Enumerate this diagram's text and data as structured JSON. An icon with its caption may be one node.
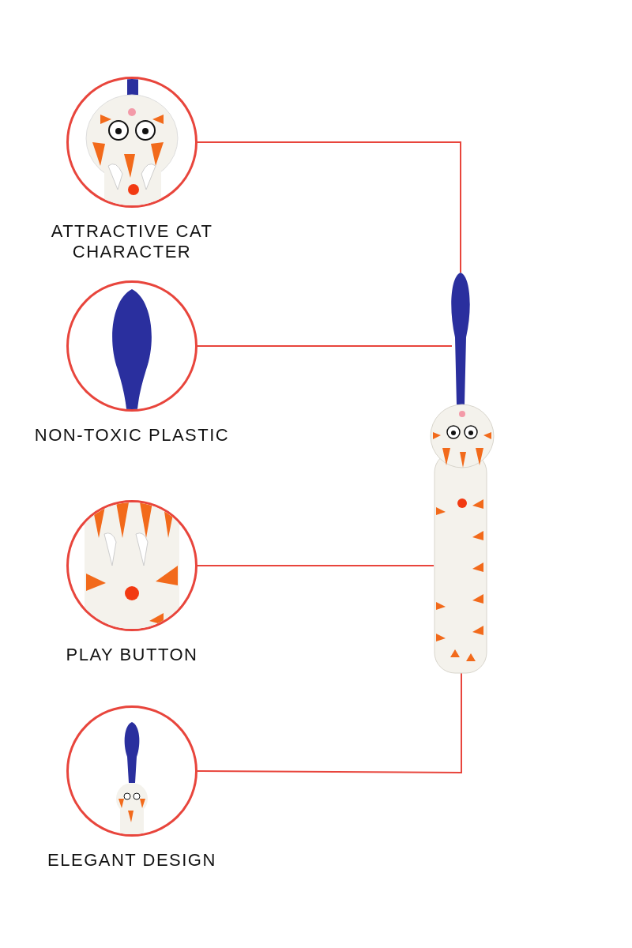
{
  "diagram": {
    "nodes": [
      {
        "text": [
          "ATTRACTIVE CAT CHARACTER"
        ]
      },
      {
        "text": [
          "NON-TOXIC PLASTIC"
        ]
      },
      {
        "text": [
          "PLAY BUTTON"
        ]
      },
      {
        "text": [
          "ELEGANT DESIGN"
        ]
      },
      {
        "text": [],
        "shape": "picture"
      }
    ],
    "edges": [
      {
        "from": 0,
        "to": 4,
        "arrow": "none"
      },
      {
        "from": 1,
        "to": 4,
        "arrow": "none"
      },
      {
        "from": 2,
        "to": 4,
        "arrow": "none"
      },
      {
        "from": 3,
        "to": 4,
        "arrow": "none"
      }
    ]
  }
}
